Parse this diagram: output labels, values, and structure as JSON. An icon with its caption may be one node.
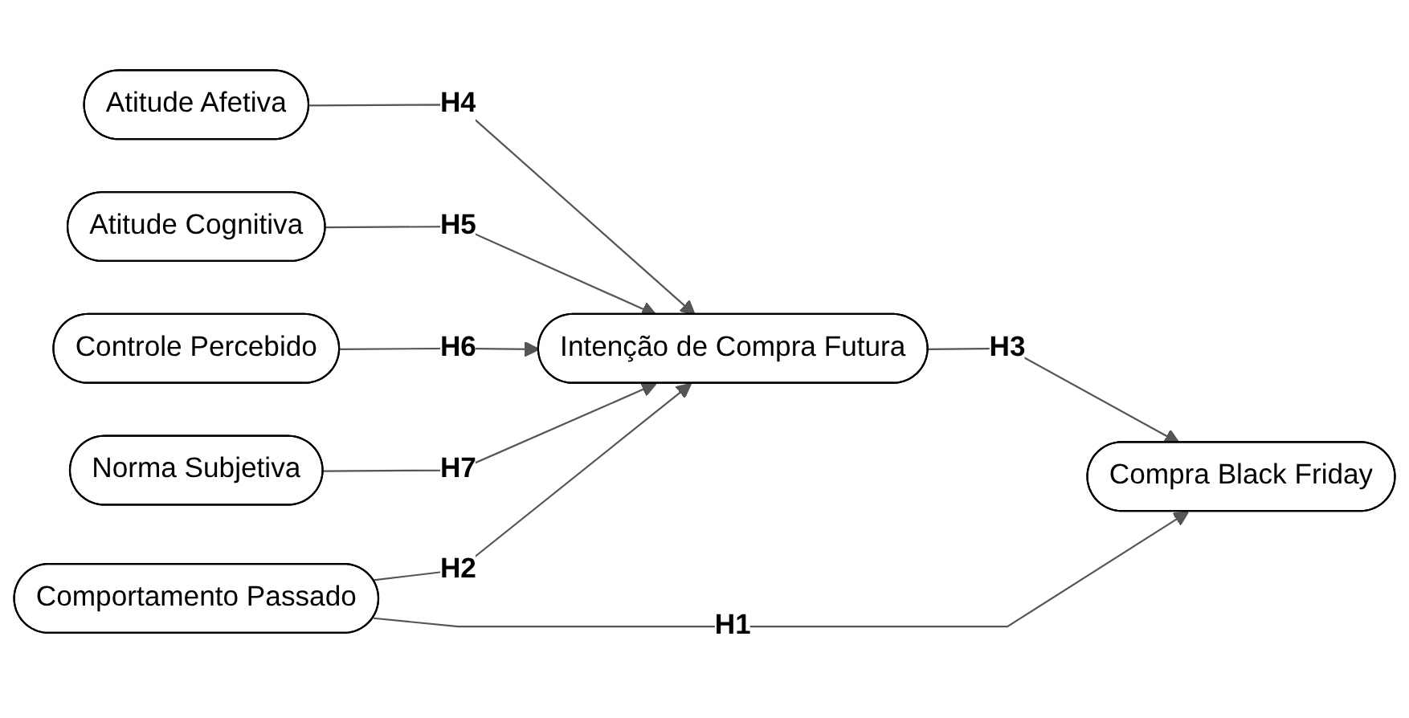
{
  "diagram": {
    "nodes": [
      {
        "text": [
          "Atitude Afetiva"
        ]
      },
      {
        "text": [
          "Atitude Cognitiva"
        ]
      },
      {
        "text": [
          "Controle Percebido"
        ]
      },
      {
        "text": [
          "Norma Subjetiva"
        ]
      },
      {
        "text": [
          "Intenção de Compra Futura"
        ]
      },
      {
        "text": [
          "Compra Black Friday"
        ]
      },
      {
        "text": [
          "Comportamento Passado"
        ]
      }
    ],
    "edges": [
      {
        "from": 0,
        "to": 4,
        "arrow": "to",
        "label": "H4"
      },
      {
        "from": 1,
        "to": 4,
        "arrow": "to",
        "label": "H5"
      },
      {
        "from": 2,
        "to": 4,
        "arrow": "to",
        "label": "H6"
      },
      {
        "from": 3,
        "to": 4,
        "arrow": "to",
        "label": "H7"
      },
      {
        "from": 4,
        "to": 5,
        "arrow": "to",
        "label": "H3"
      },
      {
        "from": 6,
        "to": 4,
        "arrow": "to",
        "label": "H2"
      },
      {
        "from": 6,
        "to": 5,
        "arrow": "to",
        "label": "H1"
      }
    ]
  }
}
